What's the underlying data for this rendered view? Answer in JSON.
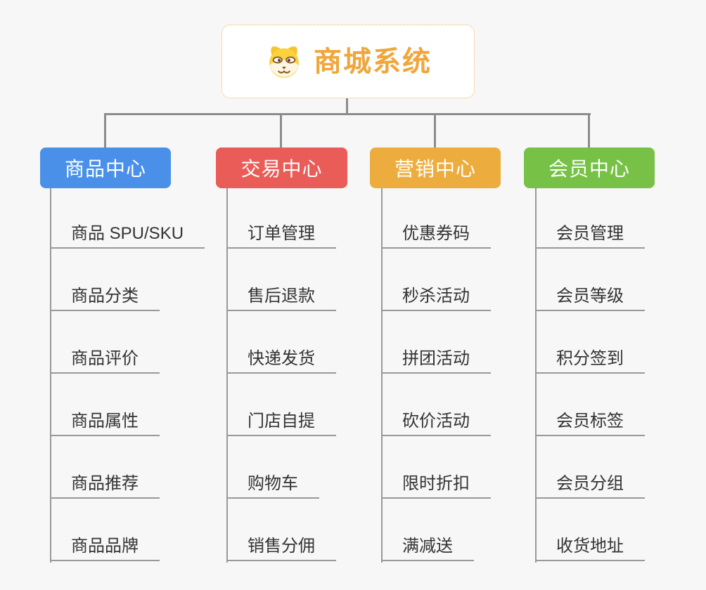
{
  "title": "商城系统",
  "colors": {
    "canvas_bg": "#f7f7f7",
    "connector": "#8c8c8c",
    "leaf_line": "#999999",
    "leaf_text": "#333333"
  },
  "root": {
    "label": "商城系统",
    "icon": "shiba-dog-icon",
    "text_color": "#f0a63c",
    "border_color": "#f2b457"
  },
  "branches": [
    {
      "label": "商品中心",
      "color": "#4a90e9",
      "items": [
        "商品 SPU/SKU",
        "商品分类",
        "商品评价",
        "商品属性",
        "商品推荐",
        "商品品牌"
      ]
    },
    {
      "label": "交易中心",
      "color": "#e95c57",
      "items": [
        "订单管理",
        "售后退款",
        "快递发货",
        "门店自提",
        "购物车",
        "销售分佣"
      ]
    },
    {
      "label": "营销中心",
      "color": "#edad3e",
      "items": [
        "优惠券码",
        "秒杀活动",
        "拼团活动",
        "砍价活动",
        "限时折扣",
        "满减送"
      ]
    },
    {
      "label": "会员中心",
      "color": "#77c147",
      "items": [
        "会员管理",
        "会员等级",
        "积分签到",
        "会员标签",
        "会员分组",
        "收货地址"
      ]
    }
  ]
}
